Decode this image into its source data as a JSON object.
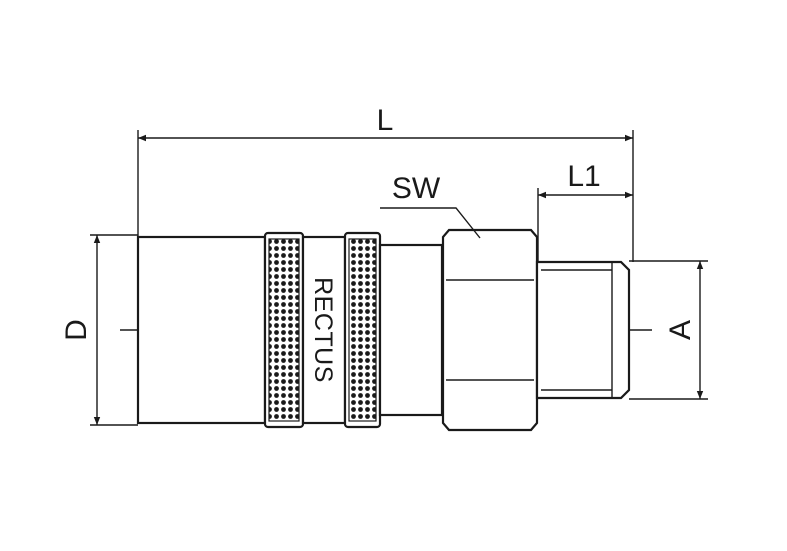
{
  "labels": {
    "length": "L",
    "thread_length": "L1",
    "wrench_size": "SW",
    "outer_diameter": "D",
    "thread_diameter": "A",
    "brand": "RECTUS"
  },
  "colors": {
    "line": "#1a1a1a",
    "background": "#ffffff"
  }
}
